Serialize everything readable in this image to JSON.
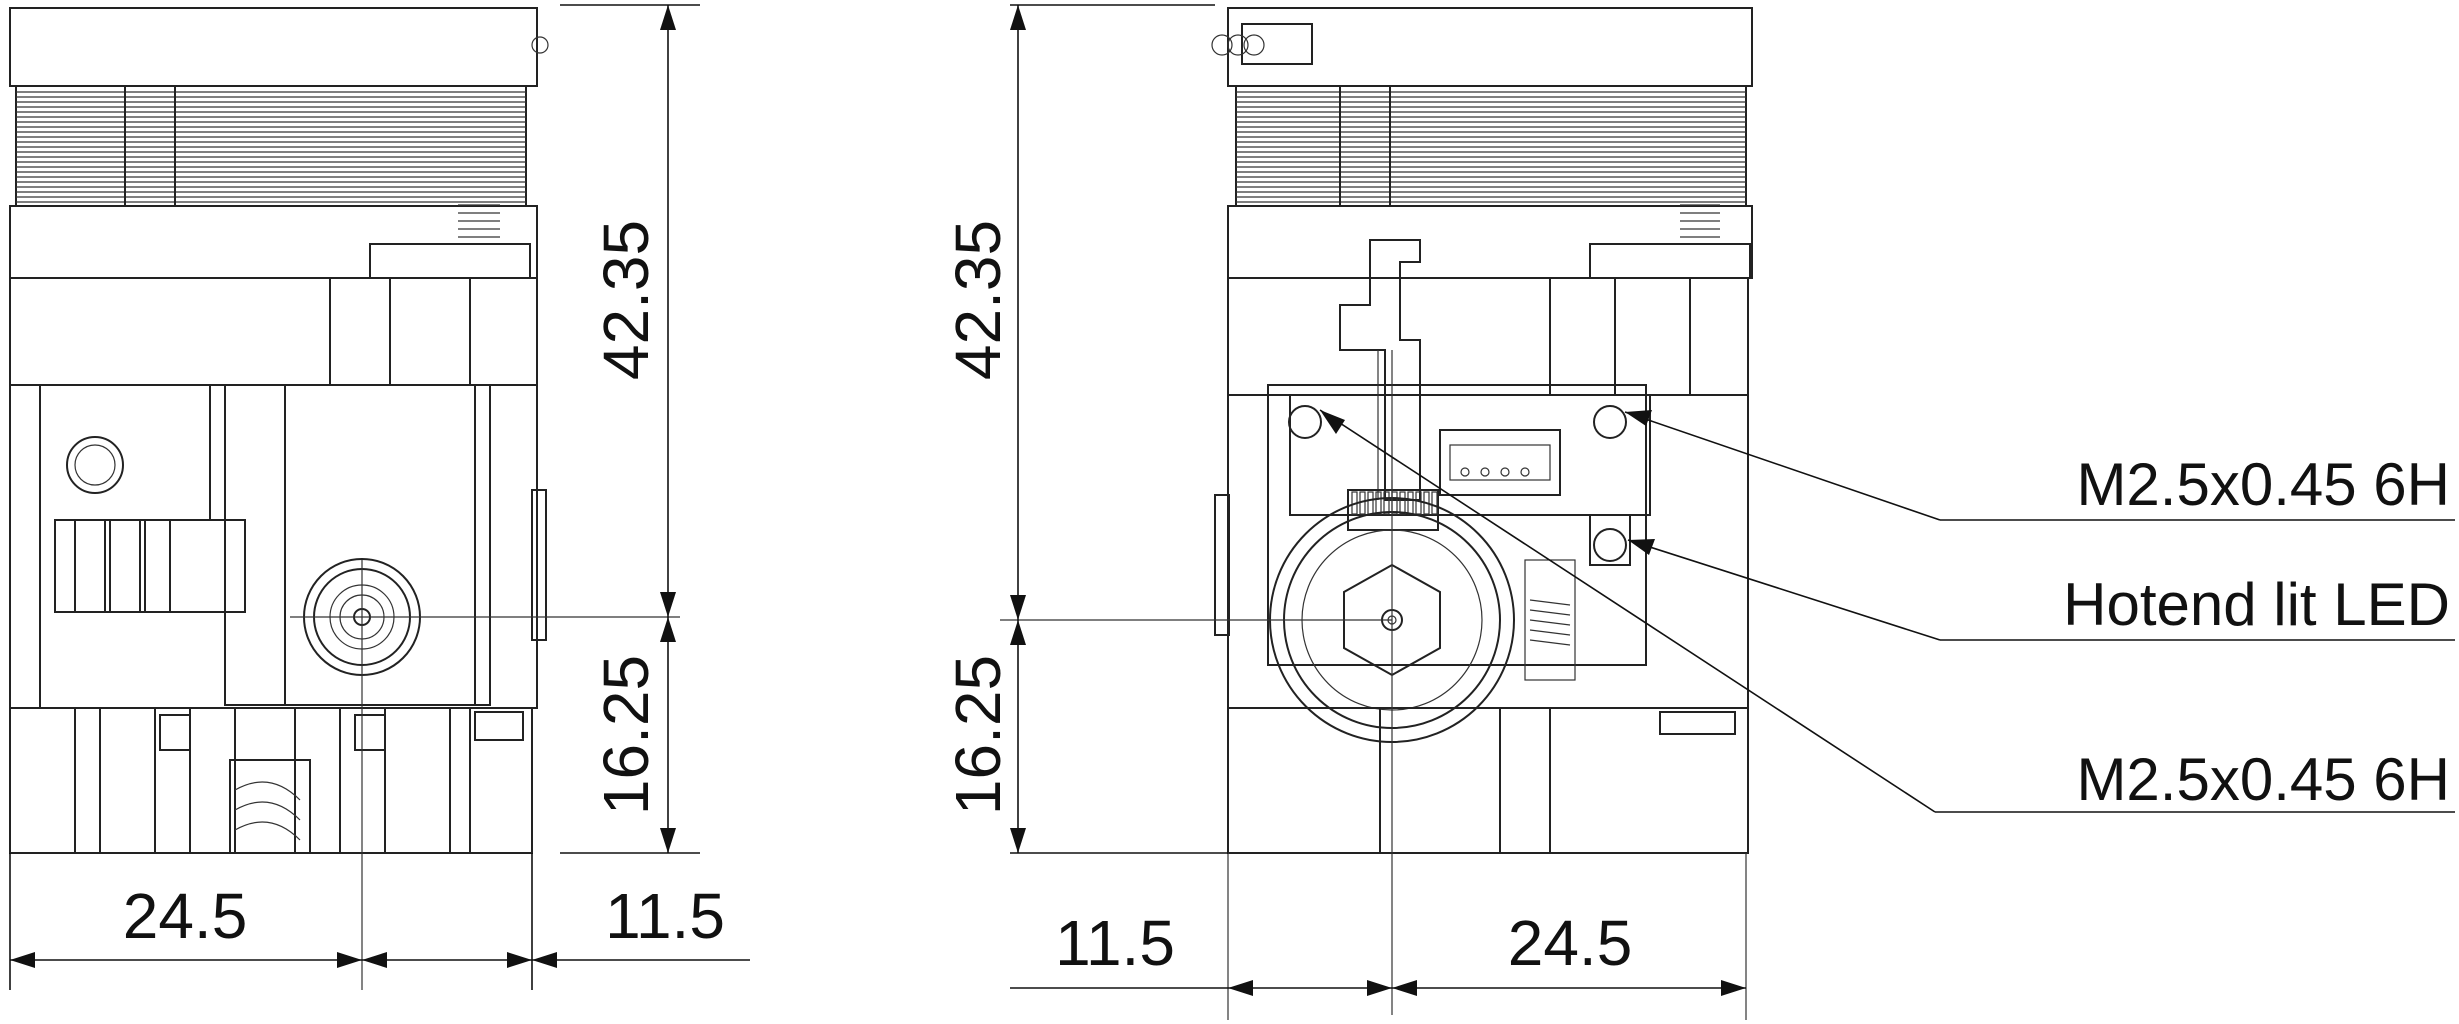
{
  "left_view": {
    "dim_vertical_top": "42.35",
    "dim_vertical_bottom": "16.25",
    "dim_horizontal_left": "24.5",
    "dim_horizontal_right": "11.5"
  },
  "right_view": {
    "dim_vertical_top": "42.35",
    "dim_vertical_bottom": "16.25",
    "dim_horizontal_left": "11.5",
    "dim_horizontal_right": "24.5"
  },
  "callouts": {
    "top_screw_hole": "M2.5x0.45 6H",
    "hotend_led": "Hotend lit LED",
    "bottom_screw_hole": "M2.5x0.45 6H"
  },
  "colors": {
    "line": "#222222",
    "background": "#ffffff"
  }
}
